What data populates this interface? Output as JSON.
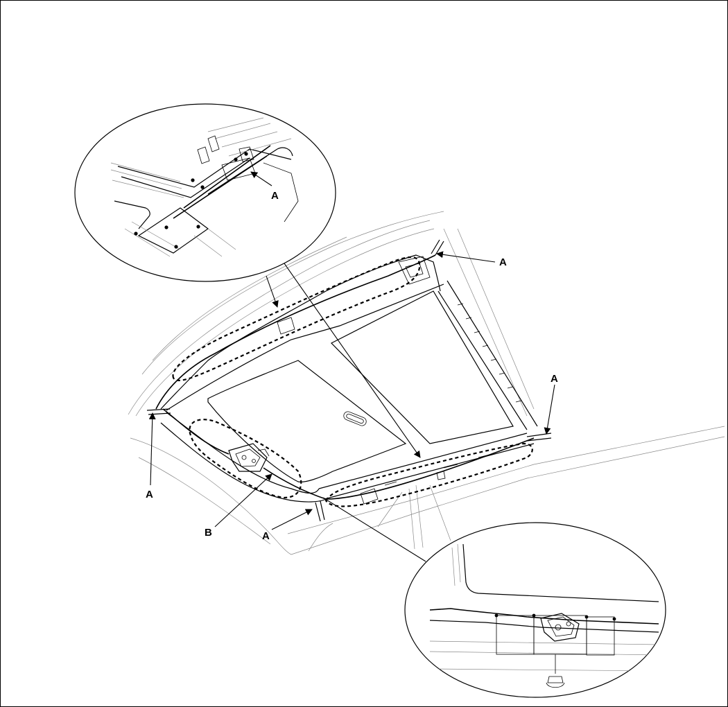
{
  "diagram": {
    "labels": {
      "a1": "A",
      "a2": "A",
      "a3": "A",
      "a4": "A",
      "a5": "A",
      "b": "B"
    }
  }
}
